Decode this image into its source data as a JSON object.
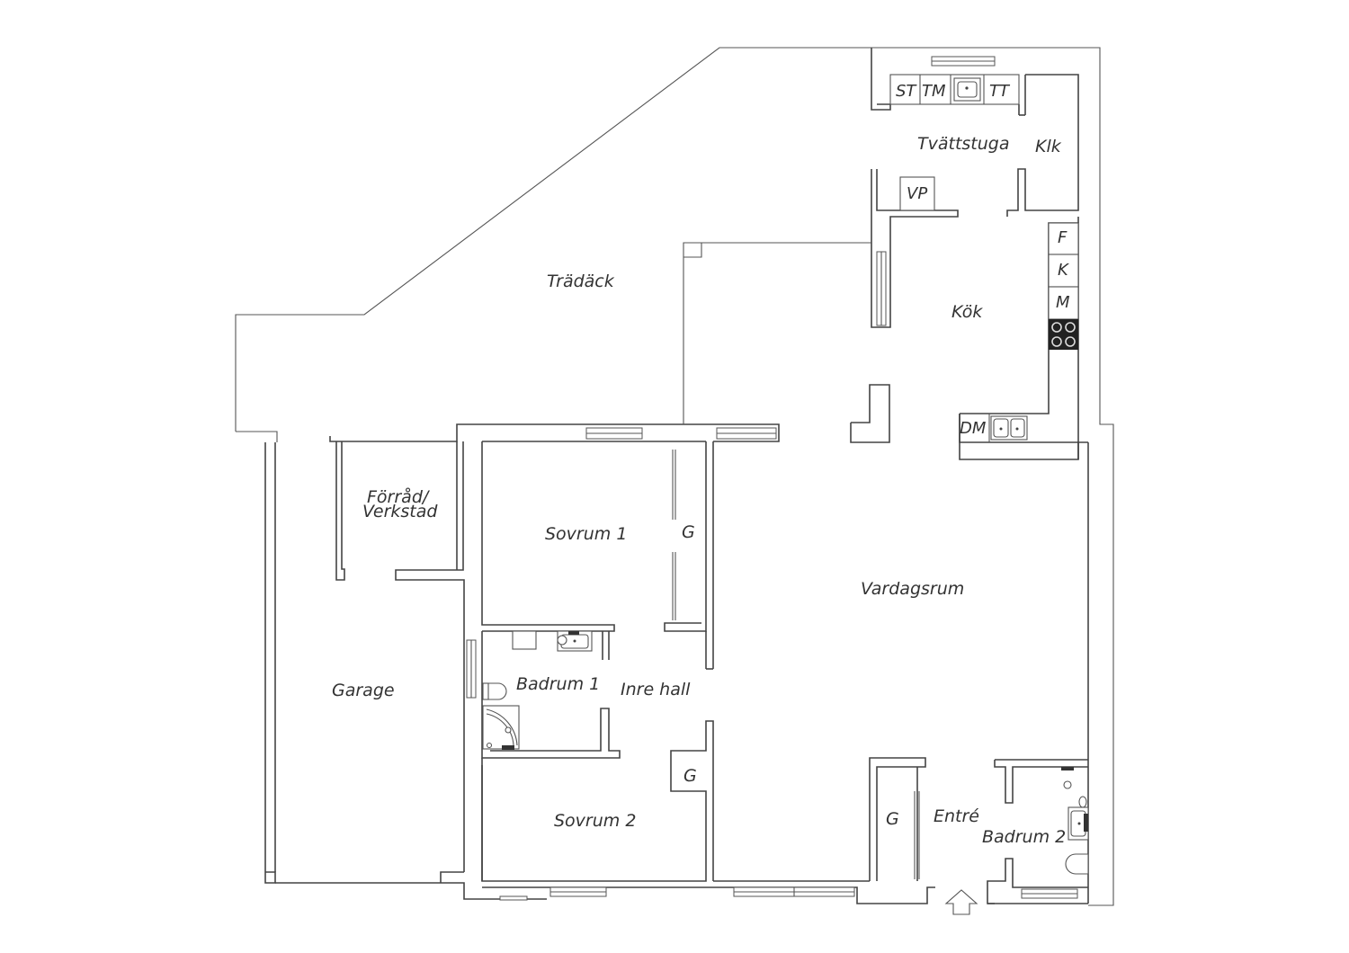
{
  "rooms": {
    "tradack": "Trädäck",
    "tvattstuga": "Tvättstuga",
    "klk": "Klk",
    "kok": "Kök",
    "forrad_1": "Förråd/",
    "forrad_2": "Verkstad",
    "sovrum1": "Sovrum 1",
    "garderob1": "G",
    "vardagsrum": "Vardagsrum",
    "garage": "Garage",
    "badrum1": "Badrum 1",
    "inre_hall": "Inre hall",
    "garderob2": "G",
    "sovrum2": "Sovrum 2",
    "garderob3": "G",
    "entre": "Entré",
    "badrum2": "Badrum 2"
  },
  "appliances": {
    "st": "ST",
    "tm": "TM",
    "tt": "TT",
    "vp": "VP",
    "f": "F",
    "k": "K",
    "m": "M",
    "dm": "DM"
  },
  "icons": {
    "entrance": "entrance-arrow-icon",
    "stove": "stove-icon",
    "sink": "sink-icon"
  },
  "colors": {
    "wall": "#444444",
    "stove": "#222222"
  }
}
